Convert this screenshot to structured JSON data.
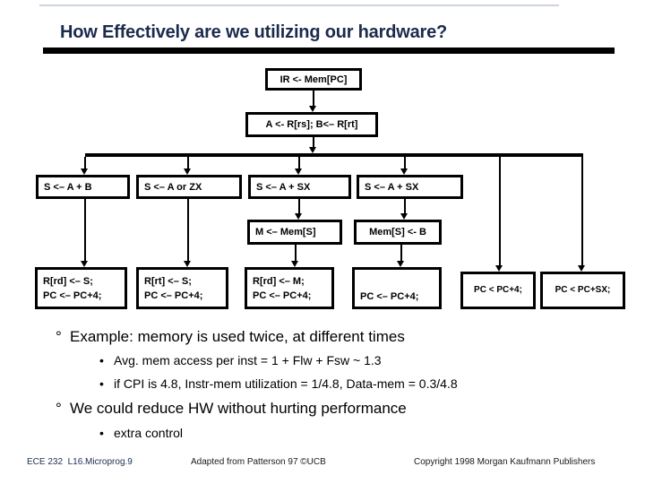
{
  "slide": {
    "title": "How Effectively are we utilizing our hardware?",
    "colors": {
      "title": "#1b2b4d",
      "diagram_line": "#000000",
      "background": "#ffffff"
    }
  },
  "diagram": {
    "nodes": {
      "ir": {
        "label": "IR <- Mem[PC]"
      },
      "ab": {
        "label": "A <- R[rs]; B<– R[rt]"
      },
      "s1": {
        "label": "S <– A + B"
      },
      "s2": {
        "label": "S <– A or ZX"
      },
      "s3": {
        "label": "S <– A + SX"
      },
      "s4": {
        "label": "S <– A + SX"
      },
      "m": {
        "label": "M <– Mem[S]"
      },
      "mem": {
        "label": "Mem[S] <- B"
      },
      "b1": {
        "line1": "R[rd] <– S;",
        "line2": "PC <– PC+4;"
      },
      "b2": {
        "line1": "R[rt] <– S;",
        "line2": "PC <– PC+4;"
      },
      "b3": {
        "line1": "R[rd] <– M;",
        "line2": "PC <– PC+4;"
      },
      "b4": {
        "line2": "PC <– PC+4;"
      },
      "b5": {
        "label": "PC < PC+4;"
      },
      "b6": {
        "label": "PC < PC+SX;"
      }
    }
  },
  "bullets": [
    {
      "level": 1,
      "marker": "°",
      "text": "Example: memory is used twice, at different times"
    },
    {
      "level": 2,
      "marker": "•",
      "text": "Avg. mem access per inst = 1 + Flw + Fsw ~ 1.3"
    },
    {
      "level": 2,
      "marker": "•",
      "text": "if CPI is 4.8, Instr-mem utilization = 1/4.8, Data-mem = 0.3/4.8"
    },
    {
      "level": 1,
      "marker": "°",
      "text": "We could reduce HW without hurting performance"
    },
    {
      "level": 2,
      "marker": "•",
      "text": "extra control"
    }
  ],
  "footer": {
    "left": "ECE 232  L16.Microprog.9",
    "center": "Adapted from Patterson 97 ©UCB",
    "right": "Copyright 1998 Morgan Kaufmann Publishers"
  }
}
